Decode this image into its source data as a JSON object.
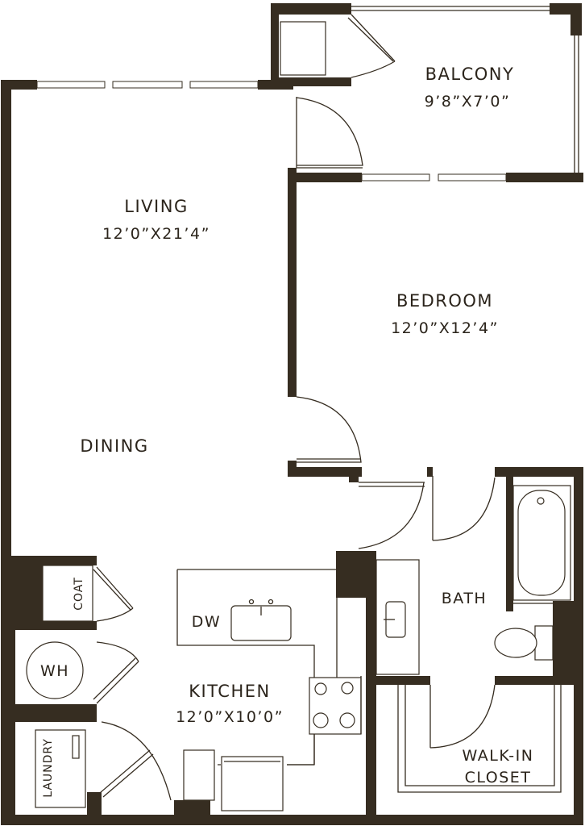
{
  "rooms": {
    "balcony": {
      "name": "BALCONY",
      "size": "9’8”X7’0”"
    },
    "living": {
      "name": "LIVING",
      "size": "12’0”X21’4”"
    },
    "bedroom": {
      "name": "BEDROOM",
      "size": "12’0”X12’4”"
    },
    "dining": {
      "name": "DINING"
    },
    "kitchen": {
      "name": "KITCHEN",
      "size": "12’0”X10’0”"
    },
    "bath": {
      "name": "BATH"
    },
    "walkin": {
      "line1": "WALK-IN",
      "line2": "CLOSET"
    },
    "coat": {
      "name": "COAT"
    },
    "water_heater": {
      "name": "WH"
    },
    "laundry": {
      "name": "LAUNDRY"
    },
    "dishwasher": {
      "name": "DW"
    }
  },
  "colors": {
    "wall": "#362d21",
    "background": "#ffffff"
  }
}
